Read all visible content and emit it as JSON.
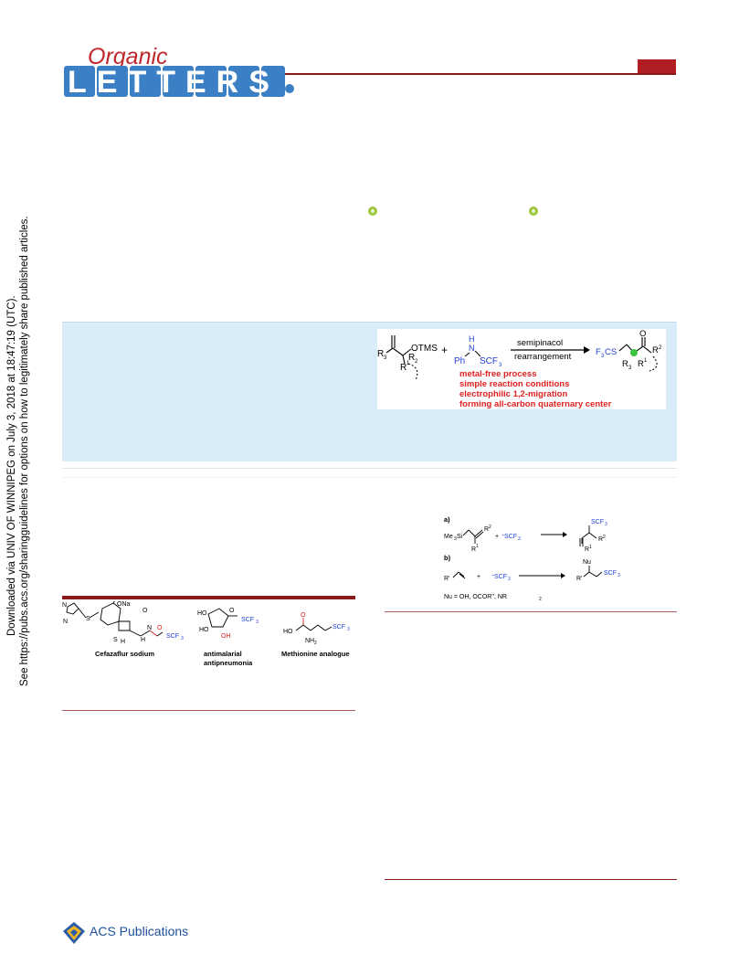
{
  "journal": {
    "word_top": "Organic",
    "word_bottom": "LETTERS"
  },
  "side_note": {
    "line1": "Downloaded via UNIV OF WINNIPEG on July 3, 2018 at 18:47:19 (UTC).",
    "line2": "See https://pubs.acs.org/sharingguidelines for options on how to legitimately share published articles."
  },
  "toc": {
    "reactant_otms": "OTMS",
    "reactant_r3": "R",
    "reactant_r1": "R",
    "reactant_r2": "R",
    "plus": "+",
    "reagent_h": "H",
    "reagent_n": "N",
    "reagent_ph": "Ph",
    "reagent_scf3": "SCF",
    "arrow_top": "semipinacol",
    "arrow_bottom": "rearrangement",
    "product_f3cs": "F",
    "product_cs": "CS",
    "product_o": "O",
    "features": [
      "metal-free process",
      "simple reaction conditions",
      "electrophilic 1,2-migration",
      "forming all-carbon quaternary center"
    ],
    "colors": {
      "feature": "#e02020",
      "reagent": "#1f3fd6",
      "green": "#3cc43c"
    }
  },
  "figure1": {
    "compounds": [
      {
        "name": "Cefazaflur sodium",
        "label_lines": [
          "Cefazaflur sodium"
        ]
      },
      {
        "name": "antimalarial antipneumonia",
        "label_lines": [
          "antimalarial",
          "antipneumonia"
        ]
      },
      {
        "name": "Methionine analogue",
        "label_lines": [
          "Methionine analogue"
        ]
      }
    ],
    "atoms": {
      "ona": "ONa",
      "o": "O",
      "n": "N",
      "s": "S",
      "h": "H",
      "scf3": "SCF",
      "ho": "HO",
      "oh": "OH",
      "nh2": "NH"
    }
  },
  "scheme1": {
    "part_a": "a)",
    "part_b": "b)",
    "me3si": "Me",
    "si": "Si",
    "r1": "R",
    "r2": "R",
    "r": "R'",
    "plus": "+",
    "scf3_cation": "SCF",
    "nu": "Nu",
    "nu_legend": "Nu = OH, OCOR'', NR"
  },
  "footer": {
    "publisher": "ACS Publications"
  }
}
